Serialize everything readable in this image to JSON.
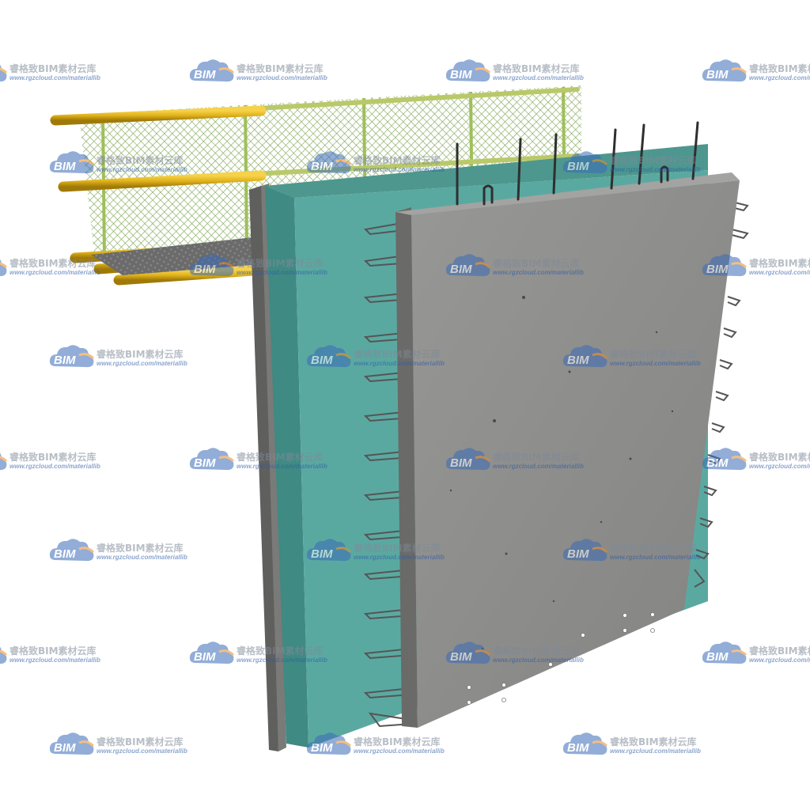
{
  "watermark": {
    "brand": "BIM",
    "name_cn": "睿格致BIM素材云库",
    "url": "www.rgzcloud.com/materiallib"
  },
  "colors": {
    "concrete_face": "#8d8d8b",
    "concrete_side": "#6f6f6d",
    "insulation": "#5aa9a1",
    "insulation_side": "#3f8a82",
    "mesh_green": "#7aa84a",
    "pipe_yellow": "#e0b21a",
    "rebar": "#3a3a3a",
    "watermark_cloud": "#3a6bb8",
    "watermark_swoosh": "#f08a1c"
  },
  "icons": [
    "bim-cloud-logo-icon"
  ]
}
